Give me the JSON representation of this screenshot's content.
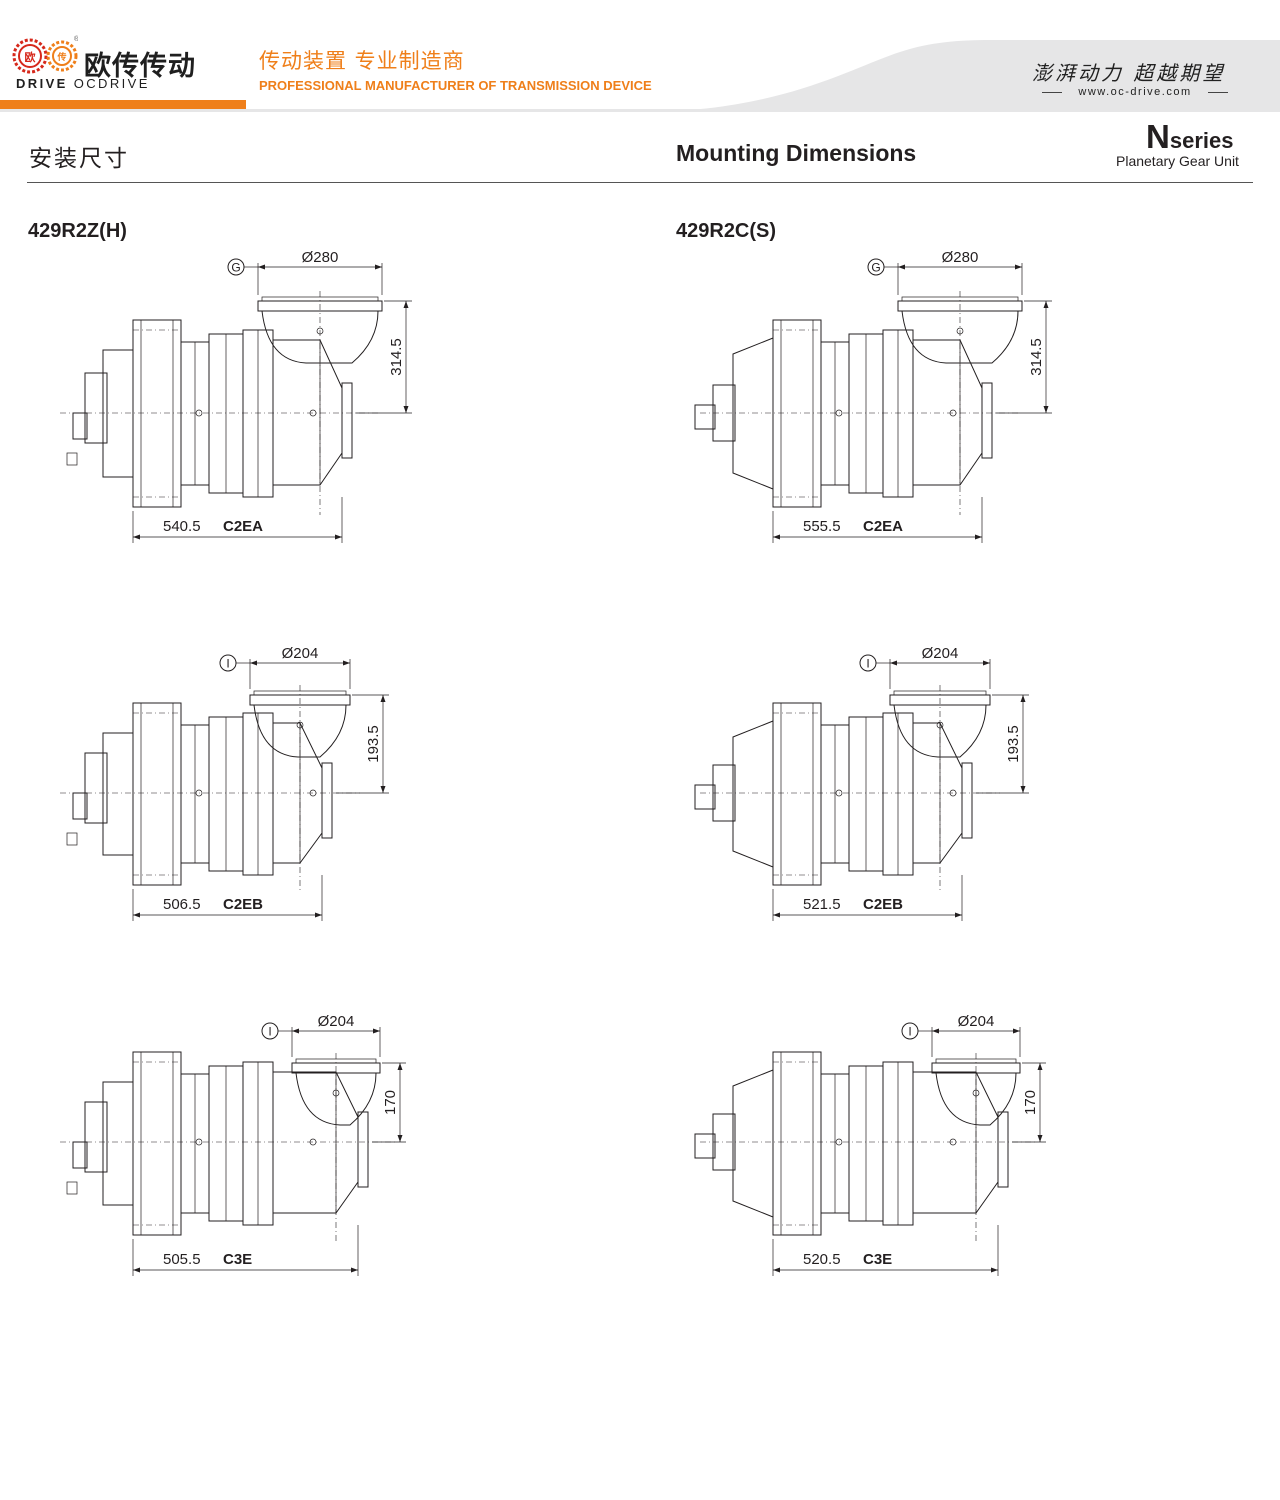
{
  "header": {
    "logo_mark_chars": [
      "欧",
      "传"
    ],
    "brand_cn": "欧传传动",
    "brand_en_prefix": "DRIVE",
    "brand_en": "OCDRIVE",
    "tagline_cn": "传动装置 专业制造商",
    "tagline_en": "PROFESSIONAL MANUFACTURER OF TRANSMISSION DEVICE",
    "slogan_cn": "澎湃动力 超越期望",
    "website": "www.oc-drive.com"
  },
  "page": {
    "title_cn": "安装尺寸",
    "title_en": "Mounting Dimensions",
    "series_letter": "N",
    "series_word": "series",
    "series_sub": "Planetary Gear Unit"
  },
  "models": [
    {
      "label": "429R2Z(H)"
    },
    {
      "label": "429R2C(S)"
    }
  ],
  "drawings": [
    {
      "marker": "G",
      "diameter": "Ø280",
      "height": "314.5",
      "length": "540.5",
      "code": "C2EA"
    },
    {
      "marker": "G",
      "diameter": "Ø280",
      "height": "314.5",
      "length": "555.5",
      "code": "C2EA"
    },
    {
      "marker": "I",
      "diameter": "Ø204",
      "height": "193.5",
      "length": "506.5",
      "code": "C2EB"
    },
    {
      "marker": "I",
      "diameter": "Ø204",
      "height": "193.5",
      "length": "521.5",
      "code": "C2EB"
    },
    {
      "marker": "I",
      "diameter": "Ø204",
      "height": "170",
      "length": "505.5",
      "code": "C3E"
    },
    {
      "marker": "I",
      "diameter": "Ø204",
      "height": "170",
      "length": "520.5",
      "code": "C3E"
    }
  ],
  "colors": {
    "accent": "#ef7f1a",
    "header_grey": "#e6e6e7",
    "line": "#231f20"
  }
}
